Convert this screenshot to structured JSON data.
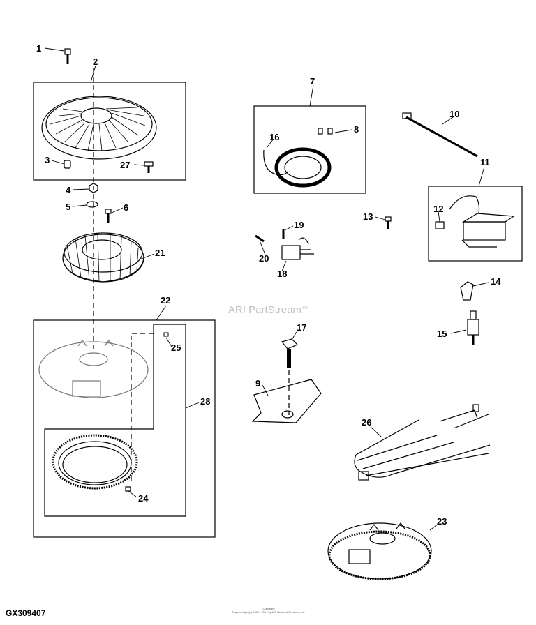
{
  "watermark": {
    "text": "ARI PartStream",
    "tm": "TM"
  },
  "figure_id": "GX309407",
  "copyright": {
    "line1": "Copyright",
    "line2": "Page design (c) 2004 - 2017 by ARI Network Services, Inc."
  },
  "callouts": [
    {
      "id": "c1",
      "label": "1"
    },
    {
      "id": "c2",
      "label": "2"
    },
    {
      "id": "c3",
      "label": "3"
    },
    {
      "id": "c27",
      "label": "27"
    },
    {
      "id": "c4",
      "label": "4"
    },
    {
      "id": "c5",
      "label": "5"
    },
    {
      "id": "c6",
      "label": "6"
    },
    {
      "id": "c21",
      "label": "21"
    },
    {
      "id": "c22",
      "label": "22"
    },
    {
      "id": "c25",
      "label": "25"
    },
    {
      "id": "c28",
      "label": "28"
    },
    {
      "id": "c24",
      "label": "24"
    },
    {
      "id": "c7",
      "label": "7"
    },
    {
      "id": "c8",
      "label": "8"
    },
    {
      "id": "c16",
      "label": "16"
    },
    {
      "id": "c10",
      "label": "10"
    },
    {
      "id": "c11",
      "label": "11"
    },
    {
      "id": "c12",
      "label": "12"
    },
    {
      "id": "c13",
      "label": "13"
    },
    {
      "id": "c19",
      "label": "19"
    },
    {
      "id": "c20",
      "label": "20"
    },
    {
      "id": "c18",
      "label": "18"
    },
    {
      "id": "c14",
      "label": "14"
    },
    {
      "id": "c15",
      "label": "15"
    },
    {
      "id": "c17",
      "label": "17"
    },
    {
      "id": "c9",
      "label": "9"
    },
    {
      "id": "c26",
      "label": "26"
    },
    {
      "id": "c23",
      "label": "23"
    }
  ]
}
